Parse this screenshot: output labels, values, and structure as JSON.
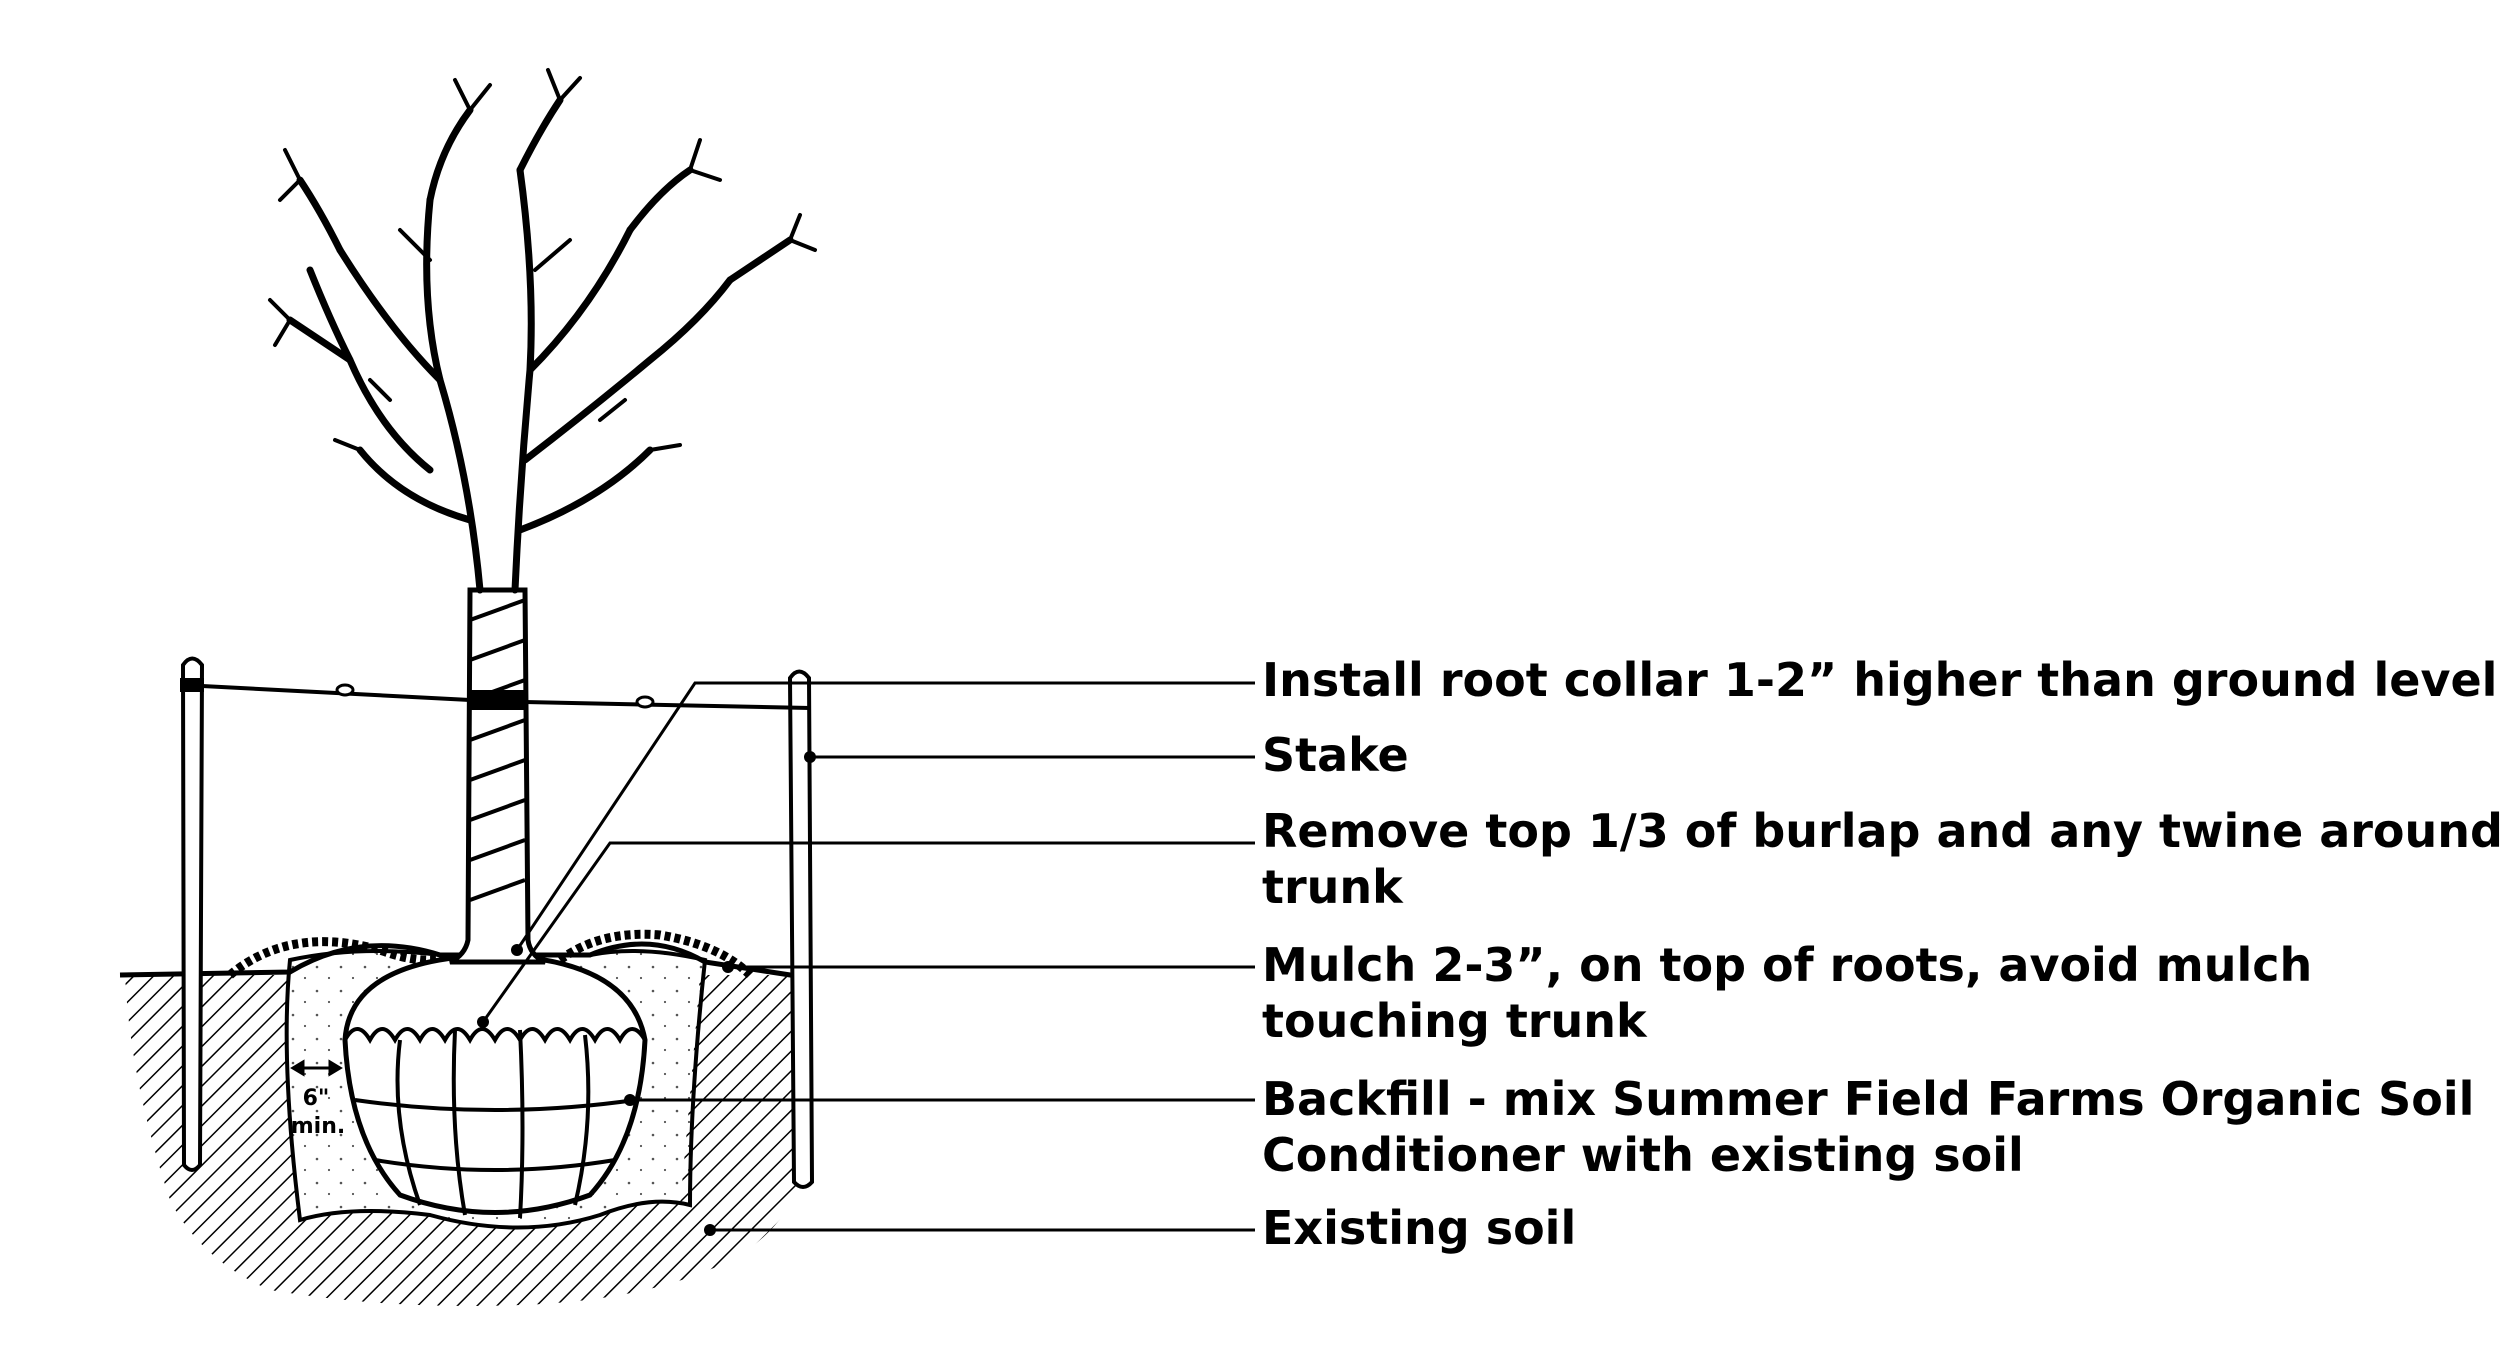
{
  "labels": {
    "root_collar": "Install root collar 1-2” higher than ground level",
    "stake": "Stake",
    "burlap_line1": "Remove top 1/3 of burlap and any twine around",
    "burlap_line2": "trunk",
    "mulch_line1": "Mulch 2-3”, on top of roots, avoid mulch",
    "mulch_line2": "touching trunk",
    "backfill_line1": "Backfill - mix Summer Field Farms Organic Soil",
    "backfill_line2": "Conditioner with existing soil",
    "existing_soil": "Existing soil"
  },
  "dimension": {
    "value": "6\"",
    "unit": "min."
  }
}
